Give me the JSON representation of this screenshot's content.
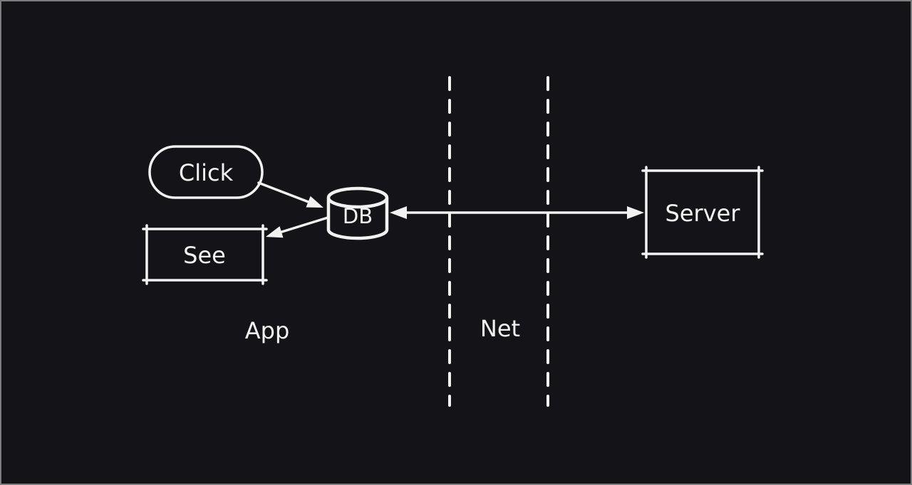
{
  "app": {
    "kind": "hand-drawn whiteboard diagram",
    "colors": {
      "background": "#141418",
      "frame_border": "#7d7d7d",
      "stroke": "#f2f2f2"
    }
  },
  "diagram": {
    "nodes": [
      {
        "id": "click",
        "label": "Click",
        "shape": "rounded-pill"
      },
      {
        "id": "see",
        "label": "See",
        "shape": "rectangle"
      },
      {
        "id": "db",
        "label": "DB",
        "shape": "cylinder"
      },
      {
        "id": "server",
        "label": "Server",
        "shape": "rectangle"
      }
    ],
    "zone_labels": [
      {
        "id": "app",
        "label": "App"
      },
      {
        "id": "net",
        "label": "Net"
      }
    ],
    "edges": [
      {
        "from": "click",
        "to": "db",
        "style": "single-arrow"
      },
      {
        "from": "db",
        "to": "see",
        "style": "single-arrow"
      },
      {
        "from": "db",
        "to": "server",
        "style": "double-headed-arrow"
      }
    ],
    "boundaries": [
      {
        "id": "net-left",
        "style": "vertical-dashed"
      },
      {
        "id": "net-right",
        "style": "vertical-dashed"
      }
    ]
  }
}
